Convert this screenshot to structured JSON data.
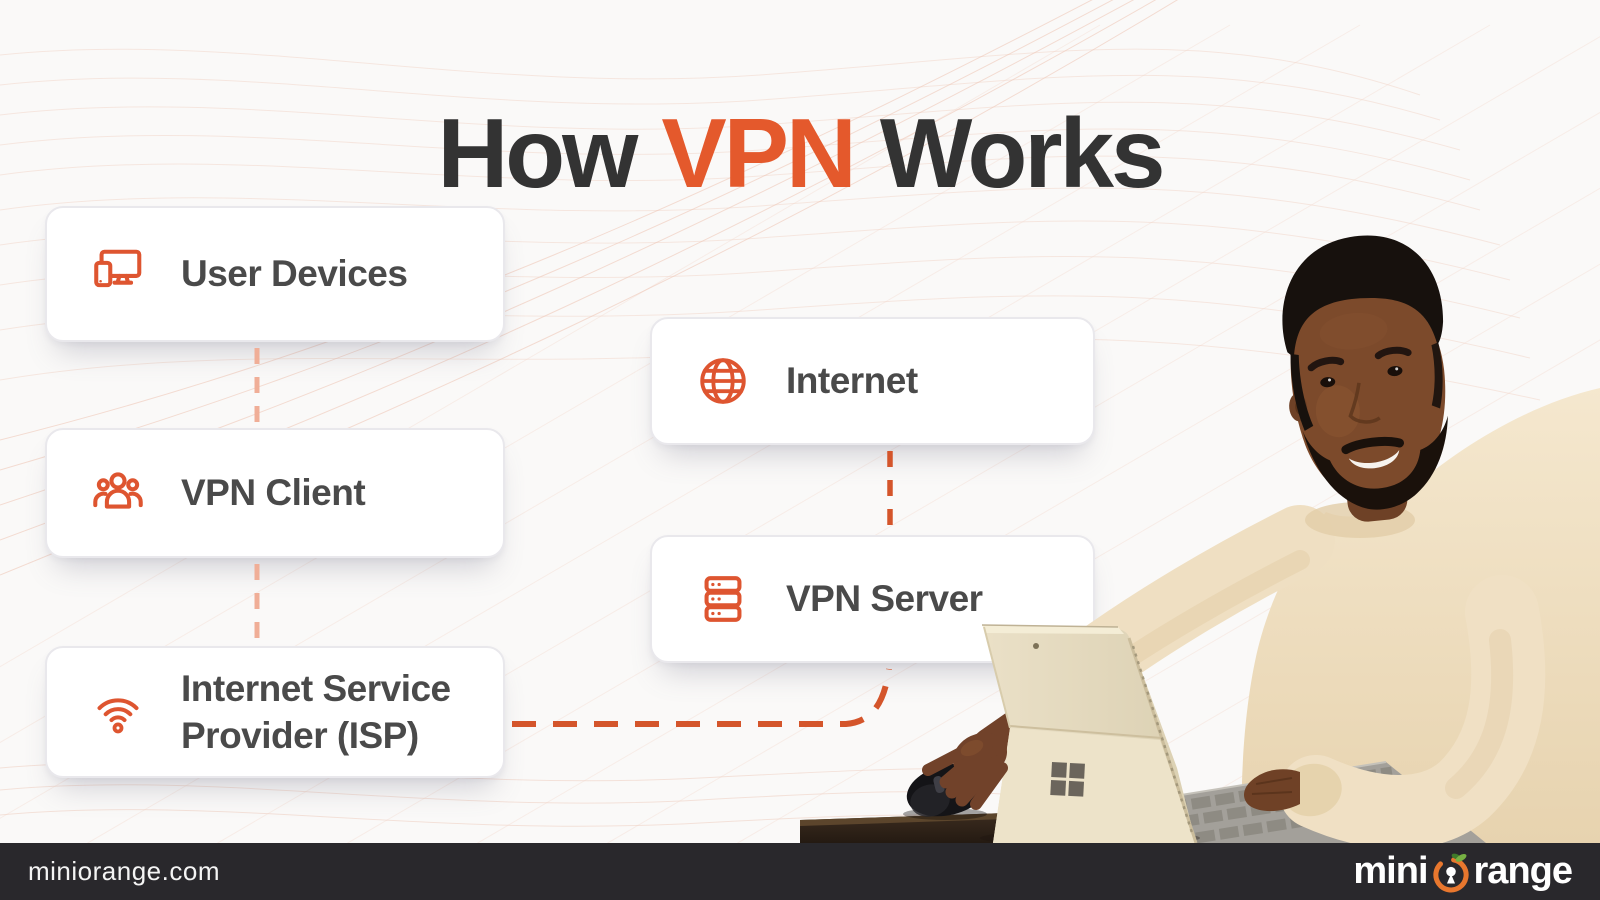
{
  "title": {
    "word1": "How",
    "word2": "VPN",
    "word3": "Works"
  },
  "diagram": {
    "left_column": {
      "cards": [
        {
          "id": "user-devices",
          "label": "User Devices",
          "icon": "devices-icon"
        },
        {
          "id": "vpn-client",
          "label": "VPN Client",
          "icon": "users-group-icon"
        },
        {
          "id": "isp",
          "label": "Internet Service Provider (ISP)",
          "label_lines": [
            "Internet Service",
            "Provider (ISP)"
          ],
          "icon": "wifi-icon"
        }
      ]
    },
    "right_column": {
      "cards": [
        {
          "id": "internet",
          "label": "Internet",
          "icon": "globe-icon"
        },
        {
          "id": "vpn-server",
          "label": "VPN Server",
          "icon": "server-stack-icon"
        }
      ]
    },
    "connections": [
      "user-devices -> vpn-client",
      "vpn-client -> isp",
      "isp -> vpn-server",
      "internet -> vpn-server"
    ]
  },
  "footer": {
    "website": "miniorange.com",
    "brand": {
      "prefix": "mini",
      "suffix": "range",
      "logo_icon": "orange-keyhole-icon"
    }
  },
  "colors": {
    "accent": "#DE5530",
    "title_accent": "#E4592C",
    "connector_strong": "#D4552B",
    "connector_soft": "#F0AE97",
    "heading": "#333333",
    "card_text": "#4A4A4A",
    "footer_bg": "#29282C",
    "logo_orange": "#E8772E",
    "leaf_green": "#76B043"
  }
}
